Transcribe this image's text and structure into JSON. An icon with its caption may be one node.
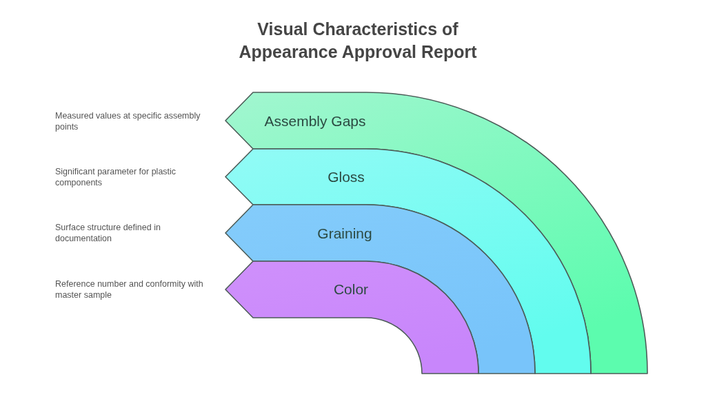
{
  "diagram": {
    "title": "Visual Characteristics of Appearance Approval Report",
    "nodes": [
      {
        "text": [
          "Assembly Gaps"
        ]
      },
      {
        "text": [
          "Gloss"
        ]
      },
      {
        "text": [
          "Graining"
        ]
      },
      {
        "text": [
          "Color"
        ]
      }
    ],
    "labels": [
      "Measured values at specific assembly points",
      "Significant parameter for plastic components",
      "Surface structure defined in documentation",
      "Reference number and conformity with master sample"
    ]
  }
}
